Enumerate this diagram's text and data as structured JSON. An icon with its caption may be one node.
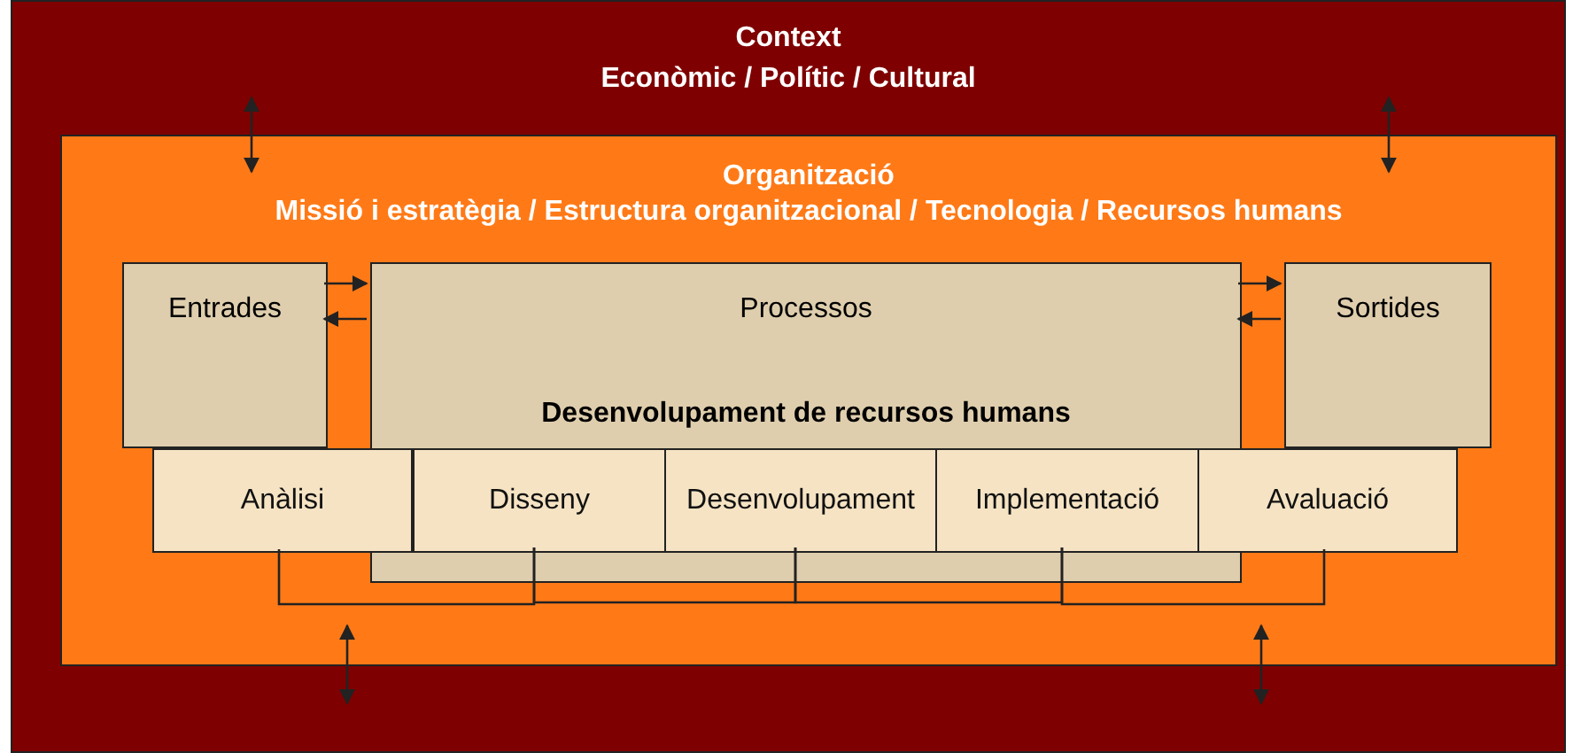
{
  "diagram": {
    "nodes": [
      {
        "text": [
          "Context",
          "Econòmic / Polític / Cultural"
        ]
      },
      {
        "text": [
          "Organització",
          "Missió i estratègia / Estructura organitzacional / Tecnologia / Recursos humans"
        ],
        "in": 0
      },
      {
        "text": [
          "Entrades"
        ],
        "in": 1
      },
      {
        "text": [
          "Processos",
          "Desenvolupament de recursos humans"
        ],
        "in": 1
      },
      {
        "text": [
          "Sortides"
        ],
        "in": 1
      },
      {
        "text": [
          "Anàlisi"
        ],
        "in": 1
      },
      {
        "text": [
          "Disseny"
        ],
        "in": 3
      },
      {
        "text": [
          "Desenvolupament"
        ],
        "in": 3
      },
      {
        "text": [
          "Implementació"
        ],
        "in": 3
      },
      {
        "text": [
          "Avaluació"
        ],
        "in": 1
      }
    ],
    "edges": [
      {
        "from": 0,
        "to": 1,
        "arrow": "both"
      },
      {
        "from": 0,
        "to": 1,
        "arrow": "both"
      },
      {
        "from": 0,
        "to": 1,
        "arrow": "both"
      },
      {
        "from": 0,
        "to": 1,
        "arrow": "both"
      },
      {
        "from": 2,
        "to": 3,
        "arrow": "to"
      },
      {
        "from": 3,
        "to": 2,
        "arrow": "to"
      },
      {
        "from": 3,
        "to": 4,
        "arrow": "to"
      },
      {
        "from": 4,
        "to": 3,
        "arrow": "to"
      },
      {
        "from": 5,
        "to": 6,
        "arrow": "none"
      },
      {
        "from": 6,
        "to": 7,
        "arrow": "none"
      },
      {
        "from": 7,
        "to": 8,
        "arrow": "none"
      },
      {
        "from": 8,
        "to": 9,
        "arrow": "none"
      }
    ]
  }
}
